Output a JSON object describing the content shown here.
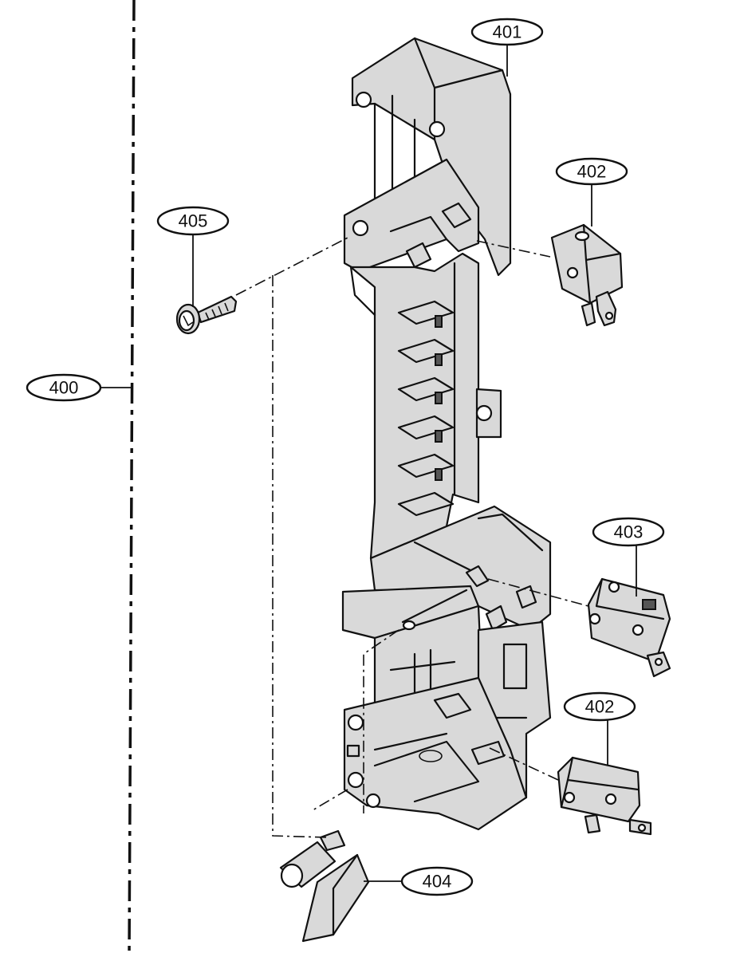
{
  "labels": {
    "assembly": "400",
    "frame": "401",
    "switch_top": "402",
    "switch_middle": "403",
    "switch_bottom": "402",
    "lever": "404",
    "screw": "405"
  }
}
